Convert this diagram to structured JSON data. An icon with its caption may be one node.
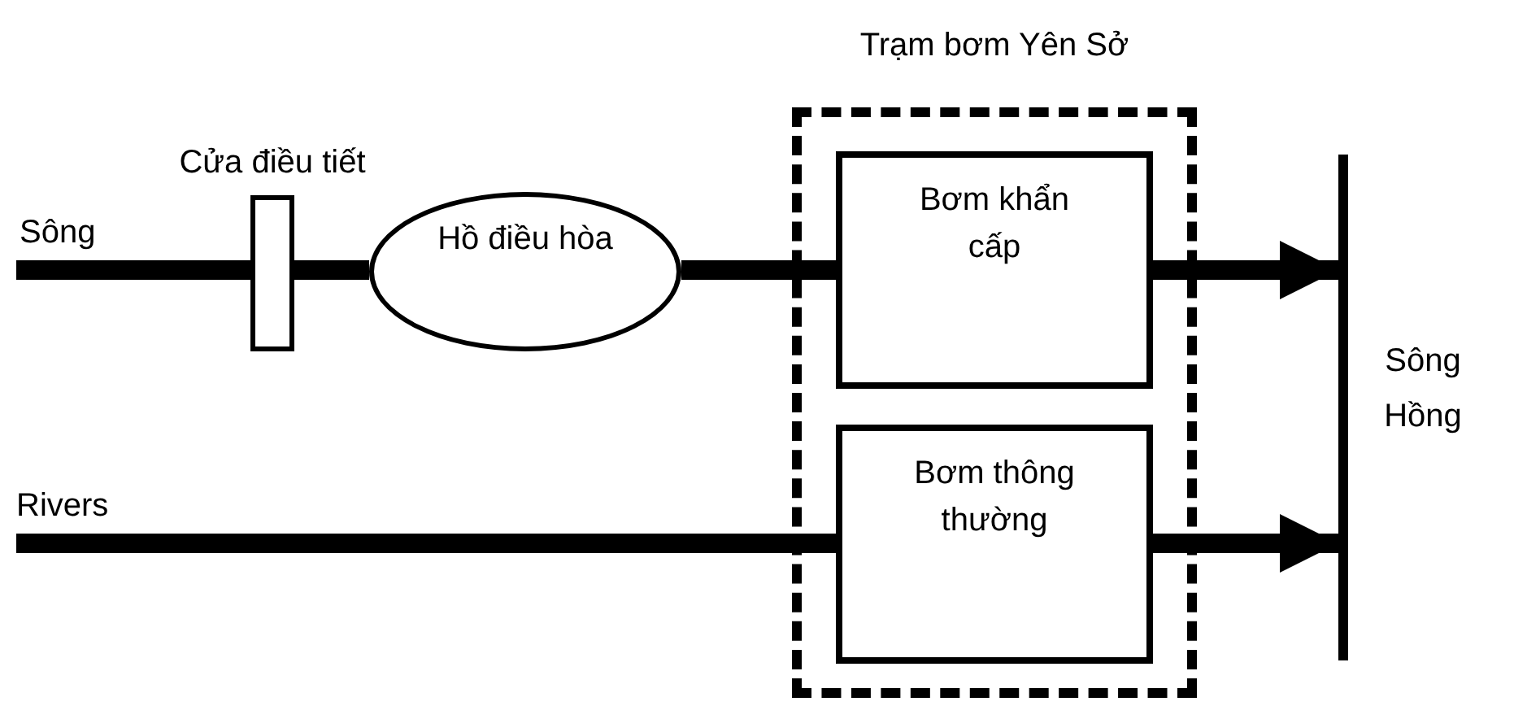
{
  "diagram": {
    "nodes": [
      {
        "text": [
          "Cửa điều tiết"
        ]
      },
      {
        "text": [
          "Hồ điều hòa"
        ]
      },
      {
        "text": [
          "Trạm bơm Yên Sở"
        ]
      },
      {
        "text": [
          "Bơm khẩn cấp"
        ],
        "in": 2
      },
      {
        "text": [
          "Bơm thông thường"
        ],
        "in": 2
      },
      {
        "text": [],
        "shape": "bar",
        "beside": [
          "Sông Hồng"
        ]
      }
    ],
    "edges": [
      {
        "from": null,
        "to": 0,
        "arrow": "none"
      },
      {
        "from": 0,
        "to": 1,
        "arrow": "none"
      },
      {
        "from": 1,
        "to": 3,
        "arrow": "none"
      },
      {
        "from": null,
        "to": 4,
        "arrow": "none"
      },
      {
        "from": 3,
        "to": 5,
        "arrow": "to"
      },
      {
        "from": 4,
        "to": 5,
        "arrow": "to"
      }
    ],
    "labels": [
      "Sông",
      "Rivers"
    ]
  }
}
